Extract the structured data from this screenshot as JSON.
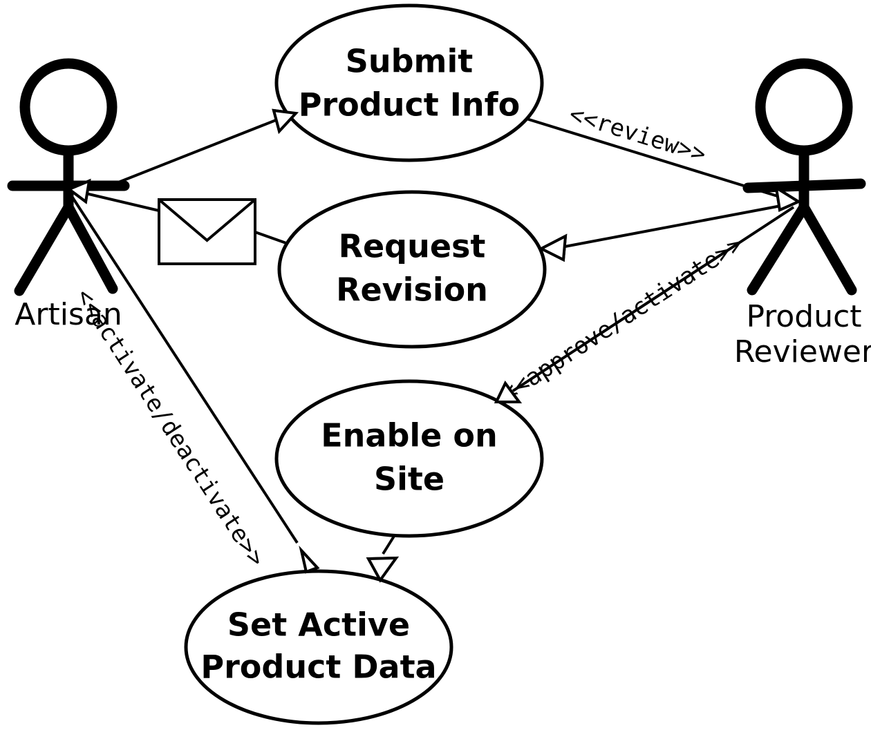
{
  "diagram": {
    "type": "uml-use-case-diagram",
    "background_color": "#ffffff",
    "line_color": "#000000",
    "actors": [
      {
        "id": "artisan",
        "name": "artisan-actor",
        "label": "Artisan",
        "position": "left"
      },
      {
        "id": "product-reviewer",
        "name": "product-reviewer-actor",
        "label_line1": "Product",
        "label_line2": "Reviewer",
        "position": "right"
      }
    ],
    "use_cases": [
      {
        "id": "submit-product-info",
        "line1": "Submit",
        "line2": "Product Info"
      },
      {
        "id": "request-revision",
        "line1": "Request",
        "line2": "Revision"
      },
      {
        "id": "enable-on-site",
        "line1": "Enable on",
        "line2": "Site"
      },
      {
        "id": "set-active-product-data",
        "line1": "Set Active",
        "line2": "Product Data"
      }
    ],
    "relationships": [
      {
        "id": "artisan-submits",
        "from": "artisan",
        "to": "submit-product-info",
        "label": "",
        "arrow": "hollow-triangle"
      },
      {
        "id": "submit-review",
        "from": "submit-product-info",
        "to": "product-reviewer",
        "label": "<<review>>",
        "arrow": "hollow-triangle"
      },
      {
        "id": "reviewer-request-revision",
        "from": "product-reviewer",
        "to": "request-revision",
        "label": "",
        "arrow": "hollow-triangle"
      },
      {
        "id": "revision-notify-artisan",
        "from": "request-revision",
        "to": "artisan",
        "label": "",
        "arrow": "hollow-triangle",
        "decoration": "envelope-icon"
      },
      {
        "id": "reviewer-approve-activate",
        "from": "product-reviewer",
        "to": "enable-on-site",
        "label": "<<approve/activate>>",
        "arrow": "hollow-triangle"
      },
      {
        "id": "enable-sets-active-data",
        "from": "enable-on-site",
        "to": "set-active-product-data",
        "label": "",
        "arrow": "hollow-triangle"
      },
      {
        "id": "artisan-activate-deactivate",
        "from": "artisan",
        "to": "set-active-product-data",
        "label": "<<activate/deactivate>>",
        "arrow": "hollow-triangle"
      }
    ],
    "icons": [
      {
        "id": "envelope",
        "name": "envelope-icon",
        "meaning": "notification email to artisan"
      }
    ]
  }
}
